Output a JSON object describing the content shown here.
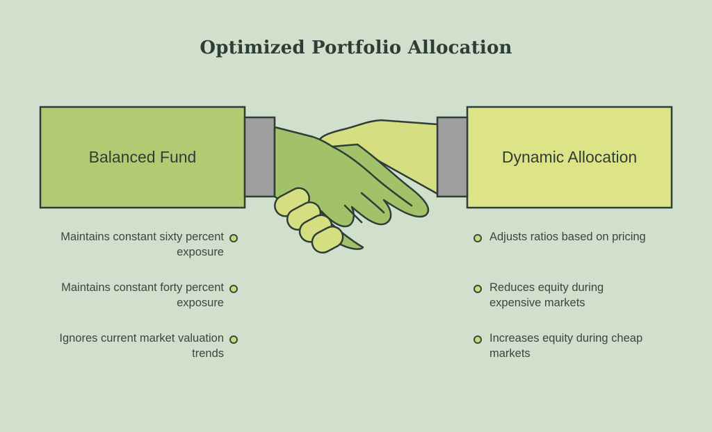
{
  "title": "Optimized Portfolio Allocation",
  "left": {
    "label": "Balanced Fund",
    "bullets": [
      "Maintains constant sixty percent exposure",
      "Maintains constant forty percent exposure",
      "Ignores current market valuation trends"
    ]
  },
  "right": {
    "label": "Dynamic Allocation",
    "bullets": [
      "Adjusts ratios based on pricing",
      "Reduces equity during expensive markets",
      "Increases equity during cheap markets"
    ]
  },
  "colors": {
    "background": "#d0e0cc",
    "left_box": "#b2cb72",
    "right_box": "#dde488",
    "cuff": "#9e9e9e",
    "left_hand": "#a2c26a",
    "right_hand": "#d5df82",
    "outline": "#2f3d37"
  },
  "icons": [
    "handshake-icon"
  ]
}
